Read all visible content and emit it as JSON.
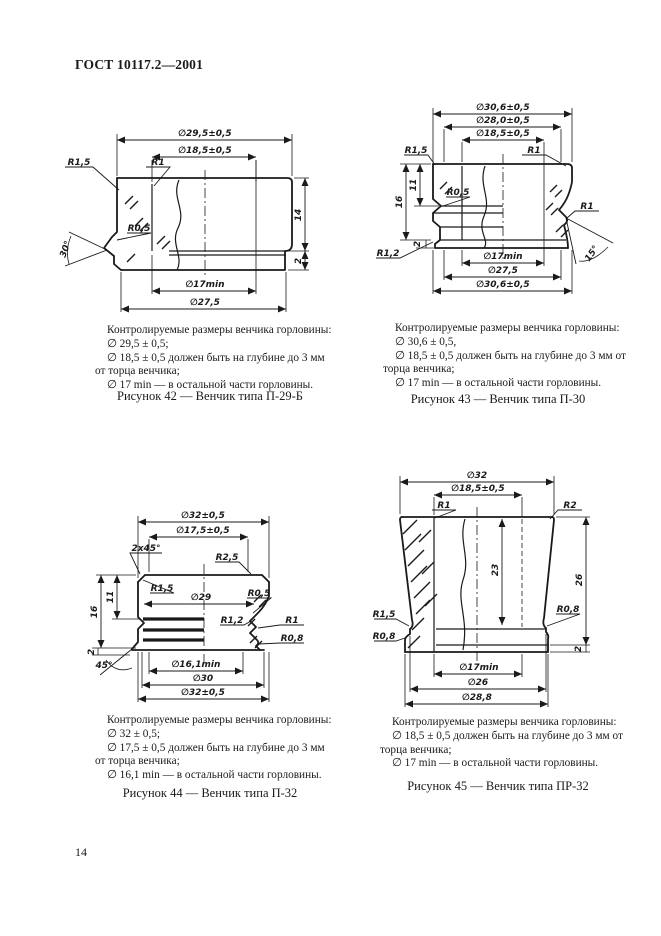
{
  "document": {
    "header": "ГОСТ 10117.2—2001",
    "page_number": "14"
  },
  "colors": {
    "ink": "#1a1a1a",
    "page": "#ffffff"
  },
  "figures": [
    {
      "caption": "Рисунок 42 — Венчик типа П-29-Б",
      "notes": [
        "Контролируемые размеры венчика горловины:",
        "∅ 29,5 ± 0,5;",
        "∅ 18,5 ± 0,5 должен быть на глубине до 3 мм от торца венчика;",
        "∅ 17 min — в остальной части горловины."
      ],
      "dims": {
        "top1": "∅29,5±0,5",
        "top2": "∅18,5±0,5",
        "r1_5": "R1,5",
        "r1": "R1",
        "r0_5": "R0,5",
        "angle": "30°",
        "height": "14",
        "ledge": "2",
        "bottom1": "∅17min",
        "bottom2": "∅27,5"
      }
    },
    {
      "caption": "Рисунок 43 — Венчик типа П-30",
      "notes": [
        "Контролируемые размеры венчика горловины:",
        "∅ 30,6 ± 0,5,",
        "∅ 18,5 ± 0,5 должен быть на глубине до 3 мм от торца венчика;",
        "∅ 17 min — в остальной части горловины."
      ],
      "dims": {
        "top1": "∅30,6±0,5",
        "top2": "∅28,0±0,5",
        "top3": "∅18,5±0,5",
        "r1_5": "R1,5",
        "r1_top": "R1",
        "r0_5": "R0,5",
        "r1_2": "R1,2",
        "r1_mid": "R1",
        "h16": "16",
        "h11": "11",
        "ledge": "2",
        "angle": "15°",
        "bottom1": "∅17min",
        "bottom2": "∅27,5",
        "bottom3": "∅30,6±0,5"
      }
    },
    {
      "caption": "Рисунок 44 — Венчик типа П-32",
      "notes": [
        "Контролируемые размеры венчика горловины:",
        "∅ 32 ± 0,5;",
        "∅ 17,5 ± 0,5 должен быть на глубине до 3 мм от торца венчика;",
        "∅ 16,1 min — в остальной части горловины."
      ],
      "dims": {
        "top1": "∅32±0,5",
        "top2": "∅17,5±0,5",
        "chamfer": "2x45°",
        "r2_5": "R2,5",
        "r1_5": "R1,5",
        "d29": "∅29",
        "r0_5": "R0,5",
        "r1_2": "R1,2",
        "r1": "R1",
        "r0_8": "R0,8",
        "h16": "16",
        "h11": "11",
        "ledge": "2",
        "angle": "45°",
        "bottom1": "∅16,1min",
        "bottom2": "∅30",
        "bottom3": "∅32±0,5"
      }
    },
    {
      "caption": "Рисунок 45 — Венчик типа ПР-32",
      "notes": [
        "Контролируемые размеры венчика горловины:",
        "∅ 18,5 ± 0,5 должен быть на глубине до 3 мм от торца венчика;",
        "∅ 17 min — в остальной части горловины."
      ],
      "dims": {
        "top1": "∅32",
        "top2": "∅18,5±0,5",
        "r1": "R1",
        "r2": "R2",
        "h23": "23",
        "h26": "26",
        "r1_5": "R1,5",
        "r0_8_left": "R0,8",
        "r0_8_right": "R0,8",
        "ledge": "2",
        "bottom1": "∅17min",
        "bottom2": "∅26",
        "bottom3": "∅28,8"
      }
    }
  ]
}
